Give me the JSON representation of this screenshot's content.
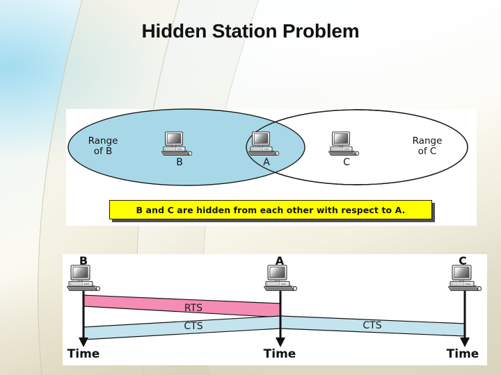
{
  "slide": {
    "title": "Hidden Station Problem",
    "background_colors": {
      "top_left_blue": "#cfeaf5",
      "mid_white": "#ffffff",
      "bottom_tan": "#d9d4bd",
      "arc_stroke": "#cfcbb6"
    }
  },
  "coverage_figure": {
    "name": "coverage-diagram",
    "panel_background": "#ffffff",
    "ellipses": [
      {
        "id": "range-b",
        "label": "Range\nof B",
        "fill": "#a8d8e8",
        "stroke": "#1a1a1a"
      },
      {
        "id": "range-c",
        "label": "Range\nof C",
        "fill": "#ffffff",
        "stroke": "#1a1a1a"
      }
    ],
    "range_b_label_line1": "Range",
    "range_b_label_line2": "of B",
    "range_c_label_line1": "Range",
    "range_c_label_line2": "of C",
    "stations": [
      {
        "id": "station-b",
        "letter": "B",
        "icon": "desktop-computer-icon"
      },
      {
        "id": "station-a",
        "letter": "A",
        "icon": "desktop-computer-icon"
      },
      {
        "id": "station-c",
        "letter": "C",
        "icon": "desktop-computer-icon"
      }
    ],
    "station_b_letter": "B",
    "station_a_letter": "A",
    "station_c_letter": "C",
    "caption": "B and C are hidden from each other with respect to A.",
    "caption_fill": "#ffff00",
    "caption_border": "#1b1b1b"
  },
  "timing_figure": {
    "name": "timing-diagram",
    "panel_background": "#ffffff",
    "stations": [
      {
        "id": "timeline-b",
        "letter": "B",
        "axis_label": "Time",
        "icon": "desktop-computer-icon"
      },
      {
        "id": "timeline-a",
        "letter": "A",
        "axis_label": "Time",
        "icon": "desktop-computer-icon"
      },
      {
        "id": "timeline-c",
        "letter": "C",
        "axis_label": "Time",
        "icon": "desktop-computer-icon"
      }
    ],
    "station_b_letter": "B",
    "station_a_letter": "A",
    "station_c_letter": "C",
    "time_label_b": "Time",
    "time_label_a": "Time",
    "time_label_c": "Time",
    "frames": [
      {
        "id": "rts-frame",
        "label": "RTS",
        "from": "B",
        "to": "A",
        "fill": "#f58cb4"
      },
      {
        "id": "cts-frame-left",
        "label": "CTS",
        "from": "A",
        "to": "B",
        "fill": "#c3e4ee"
      },
      {
        "id": "cts-frame-right",
        "label": "CTS",
        "from": "A",
        "to": "C",
        "fill": "#c3e4ee"
      }
    ],
    "rts_label": "RTS",
    "cts_left_label": "CTS",
    "cts_right_label": "CTS",
    "rts_color": "#f58cb4",
    "cts_color": "#c3e4ee"
  }
}
